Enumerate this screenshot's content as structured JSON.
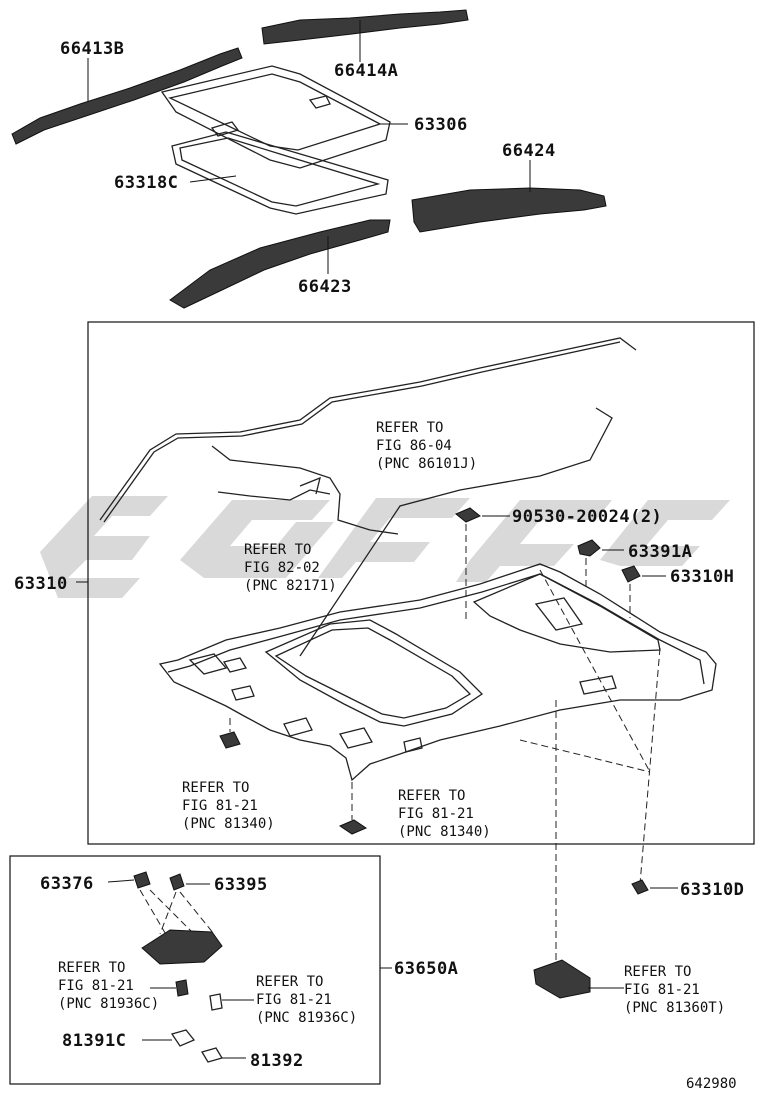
{
  "diagram_id": "642980",
  "part_labels": {
    "p66413B": "66413B",
    "p66414A": "66414A",
    "p63306": "63306",
    "p66424": "66424",
    "p63318C": "63318C",
    "p66423": "66423",
    "p63310": "63310",
    "p90530": "90530-20024(2)",
    "p63391A": "63391A",
    "p63310H": "63310H",
    "p63310D": "63310D",
    "p63376": "63376",
    "p63395": "63395",
    "p63650A": "63650A",
    "p81391C": "81391C",
    "p81392": "81392"
  },
  "references": {
    "fig8604": {
      "line1": "REFER TO",
      "line2": "FIG 86-04",
      "line3": "(PNC 86101J)"
    },
    "fig8202": {
      "line1": "REFER TO",
      "line2": "FIG 82-02",
      "line3": "(PNC 82171)"
    },
    "fig8121_left": {
      "line1": "REFER TO",
      "line2": "FIG 81-21",
      "line3": "(PNC 81340)"
    },
    "fig8121_center": {
      "line1": "REFER TO",
      "line2": "FIG 81-21",
      "line3": "(PNC 81340)"
    },
    "fig8121_c1": {
      "line1": "REFER TO",
      "line2": "FIG 81-21",
      "line3": "(PNC 81936C)"
    },
    "fig8121_c2": {
      "line1": "REFER TO",
      "line2": "FIG 81-21",
      "line3": "(PNC 81936C)"
    },
    "fig8121_right": {
      "line1": "REFER TO",
      "line2": "FIG 81-21",
      "line3": "(PNC 81360T)"
    }
  }
}
